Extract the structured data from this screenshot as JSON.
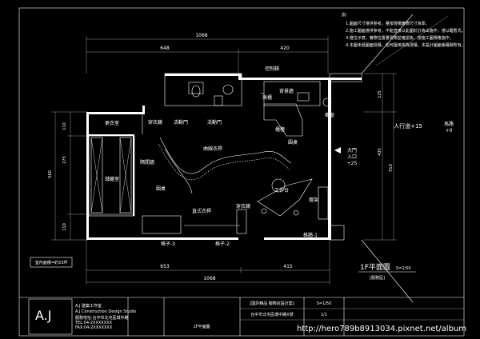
{
  "notes": {
    "heading": "說：",
    "items": [
      "1.圖面尺寸僅供參考，量按現場實際尺寸為準。",
      "2.施工圖面僅供參考，不能直接以此圖於計為出施作，僅以臨暫式。",
      "3.燈位示意，實際位置量現場並確認後，按施工圖規格施作。",
      "4.本圖未經圖面授權，任何擅用視為侵權，本設計圖面版權歸所有。"
    ]
  },
  "dims": {
    "top_total": "1068",
    "top_left": "648",
    "top_right": "420",
    "bottom_total": "1068",
    "bottom_left": "653",
    "bottom_right": "415",
    "left_1": "110",
    "left_2": "275",
    "left_3": "110",
    "left_total": "560",
    "right_1": "125",
    "right_2": "510",
    "right_3": "435"
  },
  "rooms": {
    "control": "控制箱",
    "bg_wall": "背景牆",
    "high_cabinet": "高櫃",
    "window": "櫥窗",
    "cloakroom": "更衣室",
    "wear_mirror_top": "穿衣鏡",
    "sliding_door_1": "活動門",
    "sliding_door_2": "活動門",
    "counter": "櫃檯",
    "curve_rack": "曲線衣桿",
    "storage": "儲藏室",
    "partition": "隔間牆",
    "round_table_left": "圓桌",
    "round_table_right": "圓桌",
    "workbench": "工作台",
    "shoe_cabinet": "層架",
    "hanging_rack": "直式衣桿",
    "wear_mirror_bottom": "穿衣鏡",
    "entrance": "大門\n入口\n+25",
    "sidewalk": "人行道+15",
    "road": "馬路\n+0",
    "wall_1": "格子-3",
    "wall_2": "格子-2",
    "wall_3": "格牆-1",
    "area_label": "室內面積=約33坪"
  },
  "title_block": {
    "plan_title": "1F平面圖",
    "scale": "S=1/50",
    "subtitle": "[服務區]",
    "logo": "A.J",
    "company_cn": "A.J 建築工作室",
    "company_en": "A.J Construction Design Studio",
    "info_1": "服務地址:台中市北屯區環中路",
    "info_2": "TEL:04-2XXXXXXX",
    "info_3": "FAX:04-2XXXXXXX",
    "project_title": "[國外精品 服飾店設計案]",
    "project_sub": "台中市北屯區環中路X號",
    "sheet_name": "1F平面圖",
    "scale_cell": "S=1/50",
    "sheet_no": "1/1",
    "watermark": "http://hero789b8913034.pixnet.net/album"
  }
}
